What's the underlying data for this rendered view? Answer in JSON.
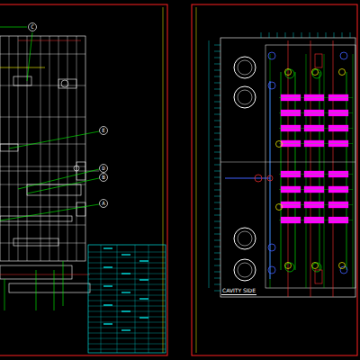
{
  "diagram": {
    "nodes": [
      {
        "text": [
          "C"
        ]
      },
      {
        "text": [
          "E"
        ]
      },
      {
        "text": [
          "D"
        ]
      },
      {
        "text": [
          "B"
        ]
      },
      {
        "text": [
          "A"
        ]
      }
    ],
    "labels": [
      "CAVITY SIDE"
    ]
  }
}
